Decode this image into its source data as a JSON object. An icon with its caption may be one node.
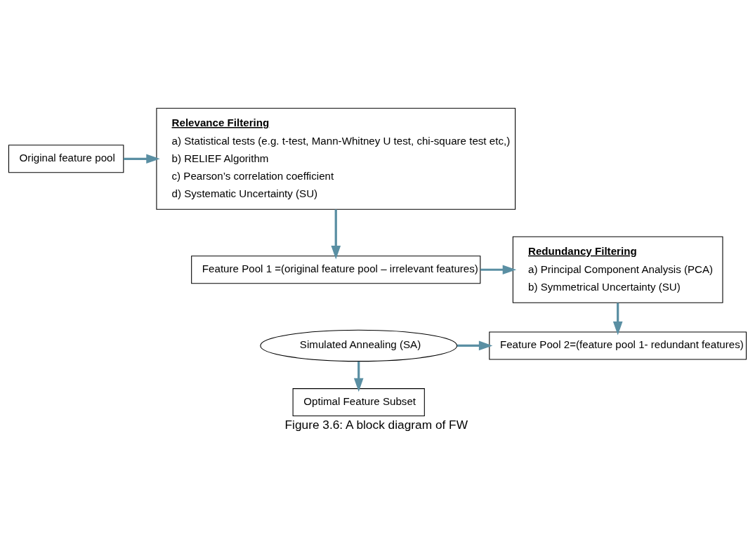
{
  "diagram": {
    "caption": "Figure 3.6: A block diagram of FW",
    "nodes": [
      {
        "text": [
          "Original feature pool"
        ]
      },
      {
        "text": [
          "Relevance Filtering",
          "a) Statistical tests (e.g. t-test, Mann-Whitney U test, chi-square test etc,)",
          "b) RELIEF Algorithm",
          "c) Pearson’s correlation coefficient",
          "d) Systematic Uncertainty (SU)"
        ]
      },
      {
        "text": [
          "Feature Pool 1 =(original feature pool – irrelevant features)"
        ]
      },
      {
        "text": [
          "Redundancy Filtering",
          "a) Principal Component Analysis (PCA)",
          "b) Symmetrical Uncertainty (SU)"
        ]
      },
      {
        "text": [
          "Simulated Annealing (SA)"
        ]
      },
      {
        "text": [
          "Feature Pool 2=(feature pool 1- redundant features)"
        ]
      },
      {
        "text": [
          "Optimal Feature Subset"
        ]
      }
    ],
    "edges": [
      {
        "from": 0,
        "to": 1,
        "arrow": "to"
      },
      {
        "from": 1,
        "to": 2,
        "arrow": "to"
      },
      {
        "from": 2,
        "to": 3,
        "arrow": "to"
      },
      {
        "from": 3,
        "to": 5,
        "arrow": "to"
      },
      {
        "from": 4,
        "to": 5,
        "arrow": "to"
      },
      {
        "from": 4,
        "to": 6,
        "arrow": "to"
      }
    ]
  }
}
